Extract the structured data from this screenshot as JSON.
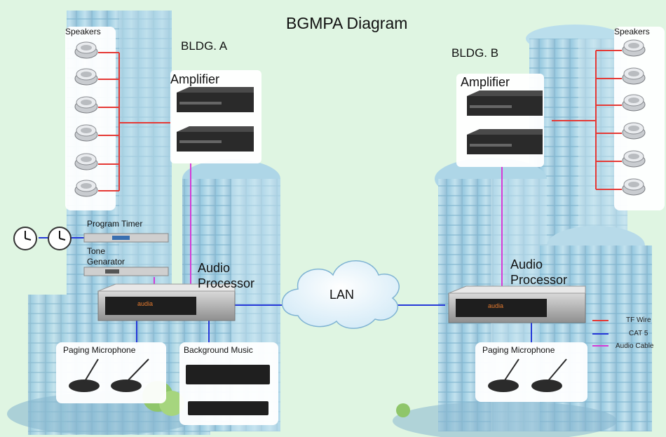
{
  "title": "BGMPA Diagram",
  "buildings": {
    "a": {
      "label": "BLDG. A",
      "speakers_label": "Speakers",
      "amplifier_label": "Amplifier",
      "processor_label": [
        "Audio",
        "Processor"
      ],
      "paging_label": "Paging Microphone",
      "music_label": "Background Music"
    },
    "b": {
      "label": "BLDG. B",
      "speakers_label": "Speakers",
      "amplifier_label": "Amplifier",
      "processor_label": [
        "Audio",
        "Processor"
      ],
      "paging_label": "Paging Microphone"
    }
  },
  "program_timer_label": "Program Timer",
  "tone_generator_label": [
    "Tone",
    "Genarator"
  ],
  "lan_label": "LAN",
  "processor_brand": "audia",
  "legend": [
    {
      "label": "TF Wire",
      "color": "#e53935"
    },
    {
      "label": "CAT 5",
      "color": "#2538d8"
    },
    {
      "label": "Audio Cable",
      "color": "#d63ad6"
    }
  ],
  "colors": {
    "tf_wire": "#e53935",
    "cat5": "#2538d8",
    "audio_cable": "#d63ad6",
    "background": "#dff5e2"
  }
}
